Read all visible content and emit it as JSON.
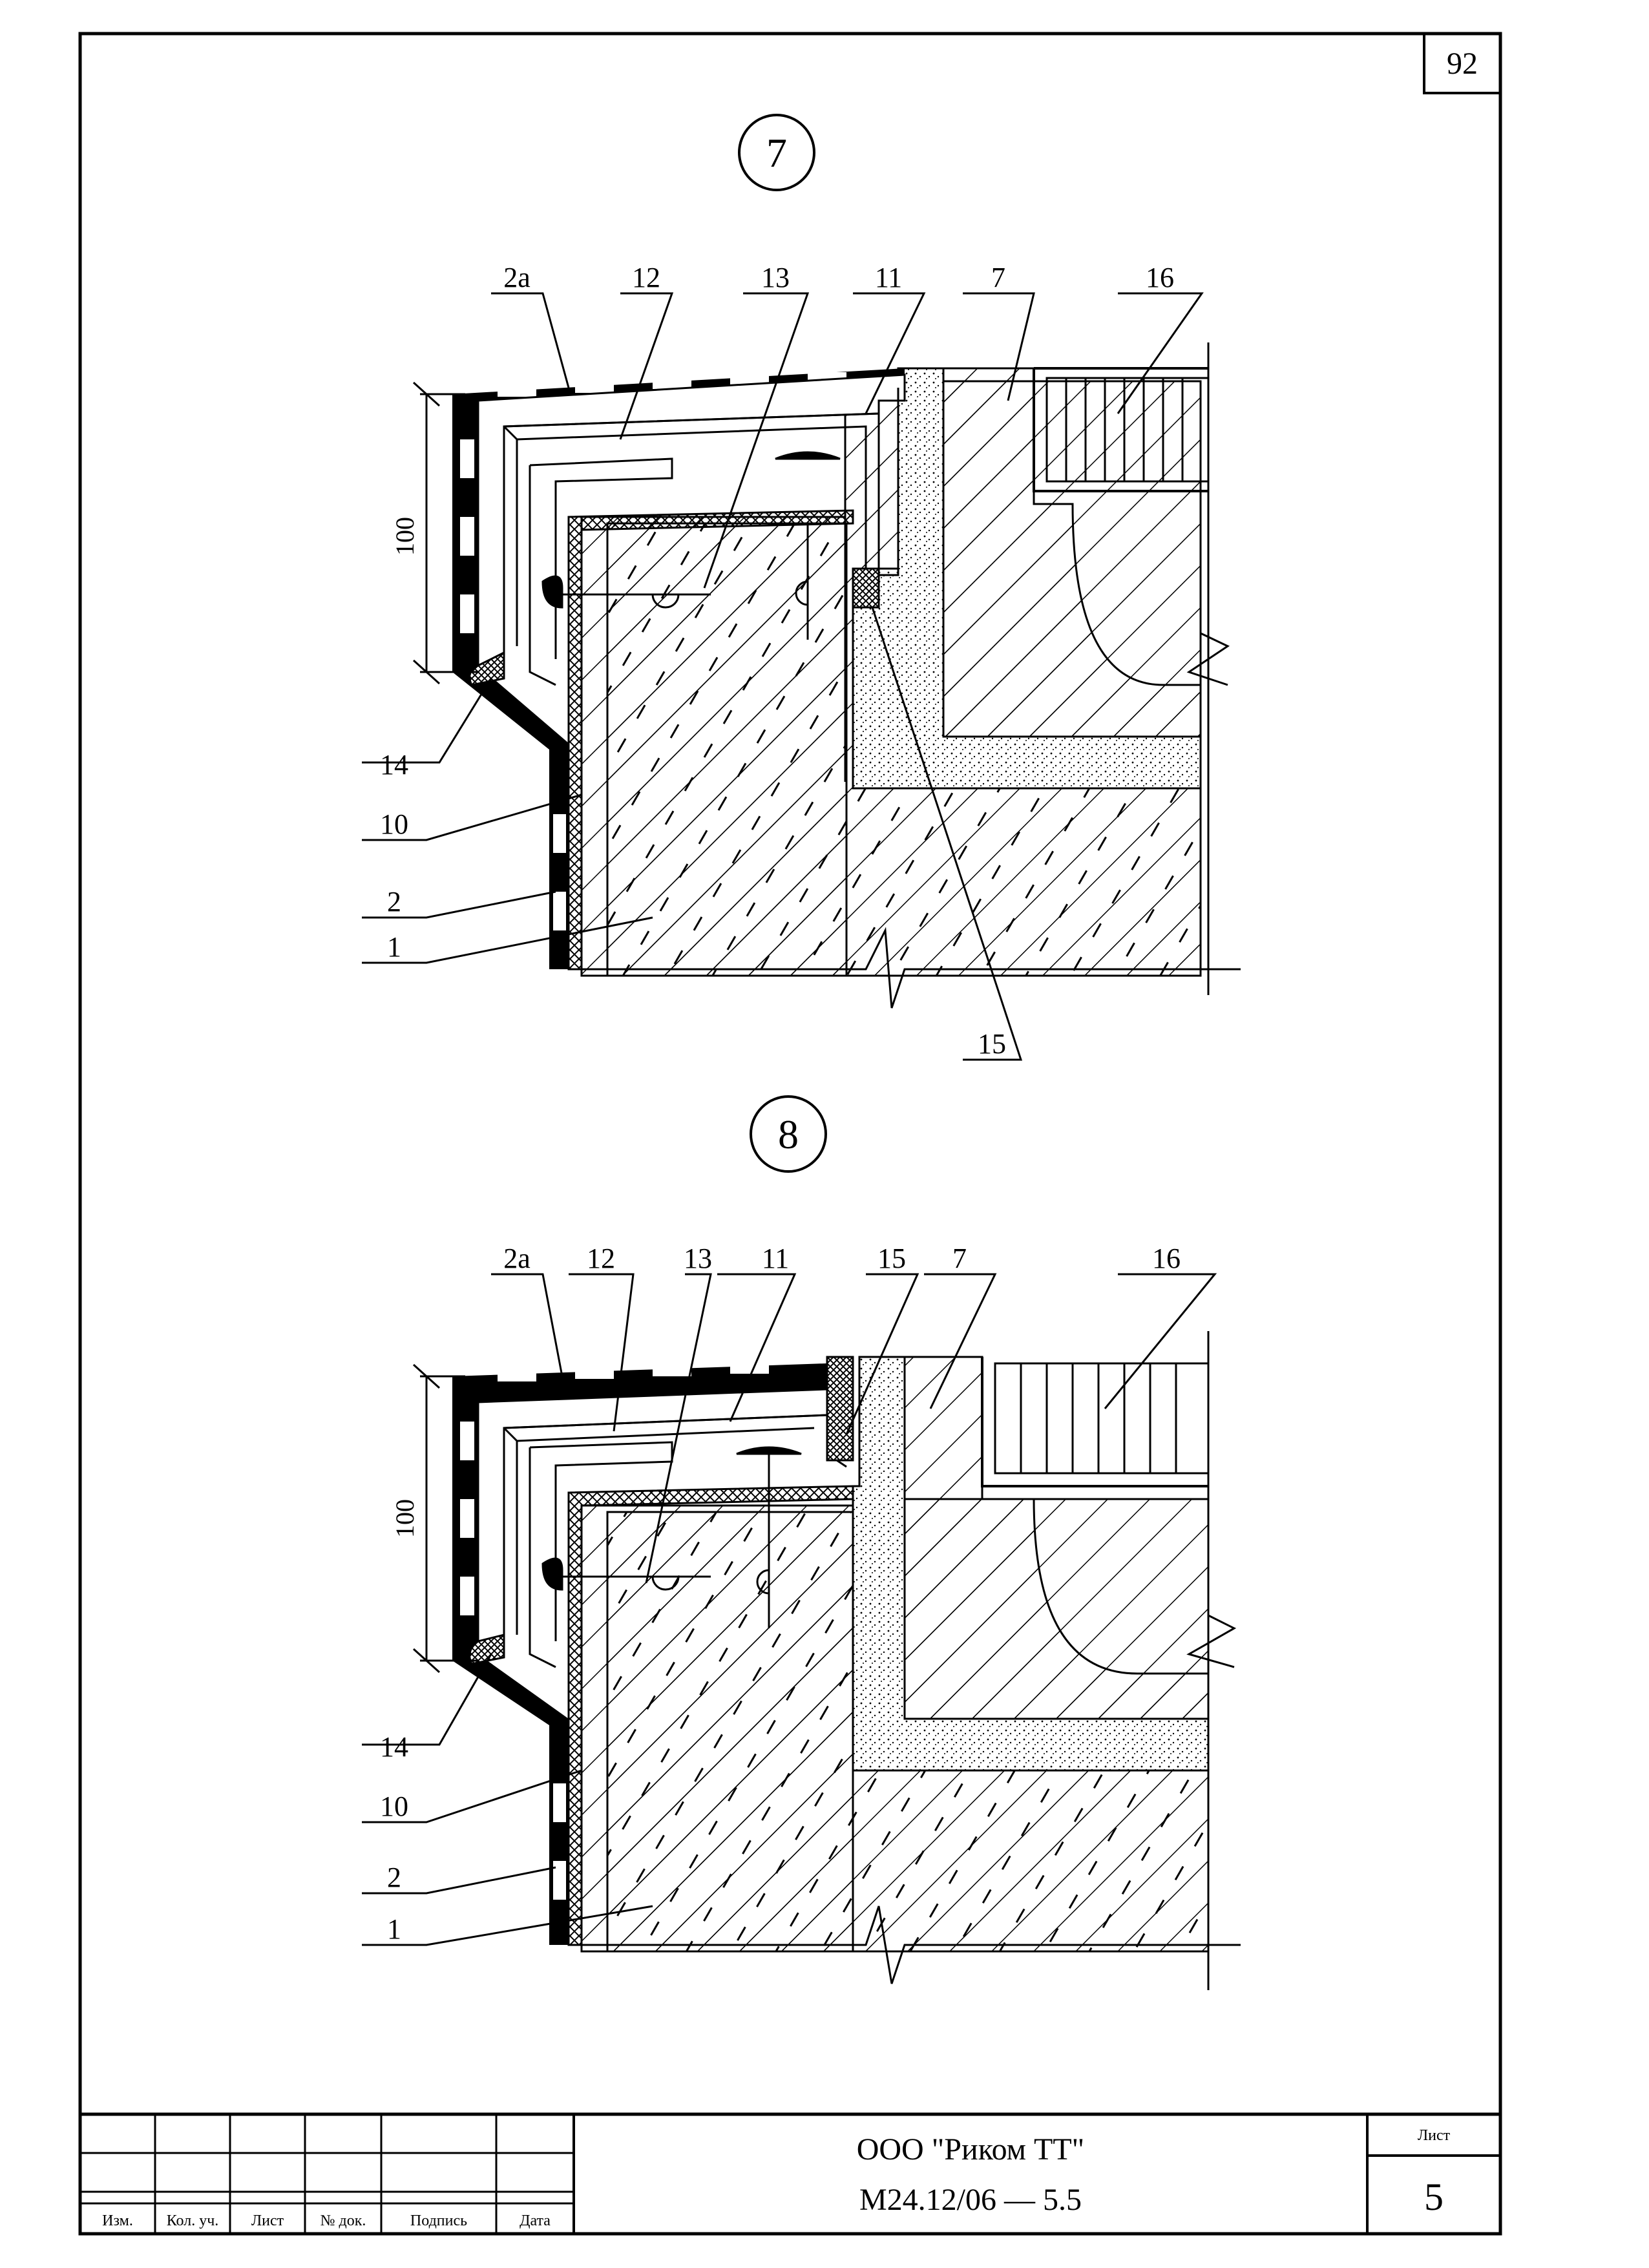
{
  "page_number": "92",
  "details": [
    {
      "number": "7",
      "dimension": "100",
      "labels": [
        "2a",
        "12",
        "13",
        "11",
        "7",
        "16",
        "14",
        "10",
        "2",
        "1",
        "15"
      ]
    },
    {
      "number": "8",
      "dimension": "100",
      "labels": [
        "2a",
        "12",
        "13",
        "11",
        "15",
        "7",
        "16",
        "14",
        "10",
        "2",
        "1"
      ]
    }
  ],
  "title_block": {
    "columns": [
      "Изм.",
      "Кол. уч.",
      "Лист",
      "№ док.",
      "Подпись",
      "Дата"
    ],
    "company": "ООО \"Риком ТТ\"",
    "document_code": "М24.12/06 — 5.5",
    "sheet_label": "Лист",
    "sheet_number": "5"
  }
}
